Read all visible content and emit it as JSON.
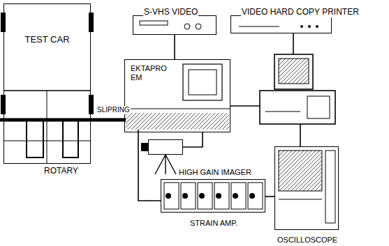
{
  "diagram": {
    "nodes": [
      {
        "text": [
          "TEST CAR"
        ]
      },
      {
        "text": [
          "S-VHS VIDEO"
        ]
      },
      {
        "text": [
          "VIDEO HARD COPY PRINTER"
        ]
      },
      {
        "text": [
          "EKTAPRO EM"
        ]
      },
      {
        "text": [
          "HIGH GAIN IMAGER"
        ]
      },
      {
        "text": [
          "STRAIN AMP."
        ]
      },
      {
        "text": [
          "OSCILLOSCOPE"
        ]
      }
    ],
    "edges": [
      {
        "from": 1,
        "to": 3,
        "arrow": "none"
      },
      {
        "from": 3,
        "to": 4,
        "arrow": "none"
      },
      {
        "from": 5,
        "to": 6,
        "arrow": "none"
      }
    ],
    "labels": [
      "ROTARY",
      "SLIPRING"
    ]
  }
}
